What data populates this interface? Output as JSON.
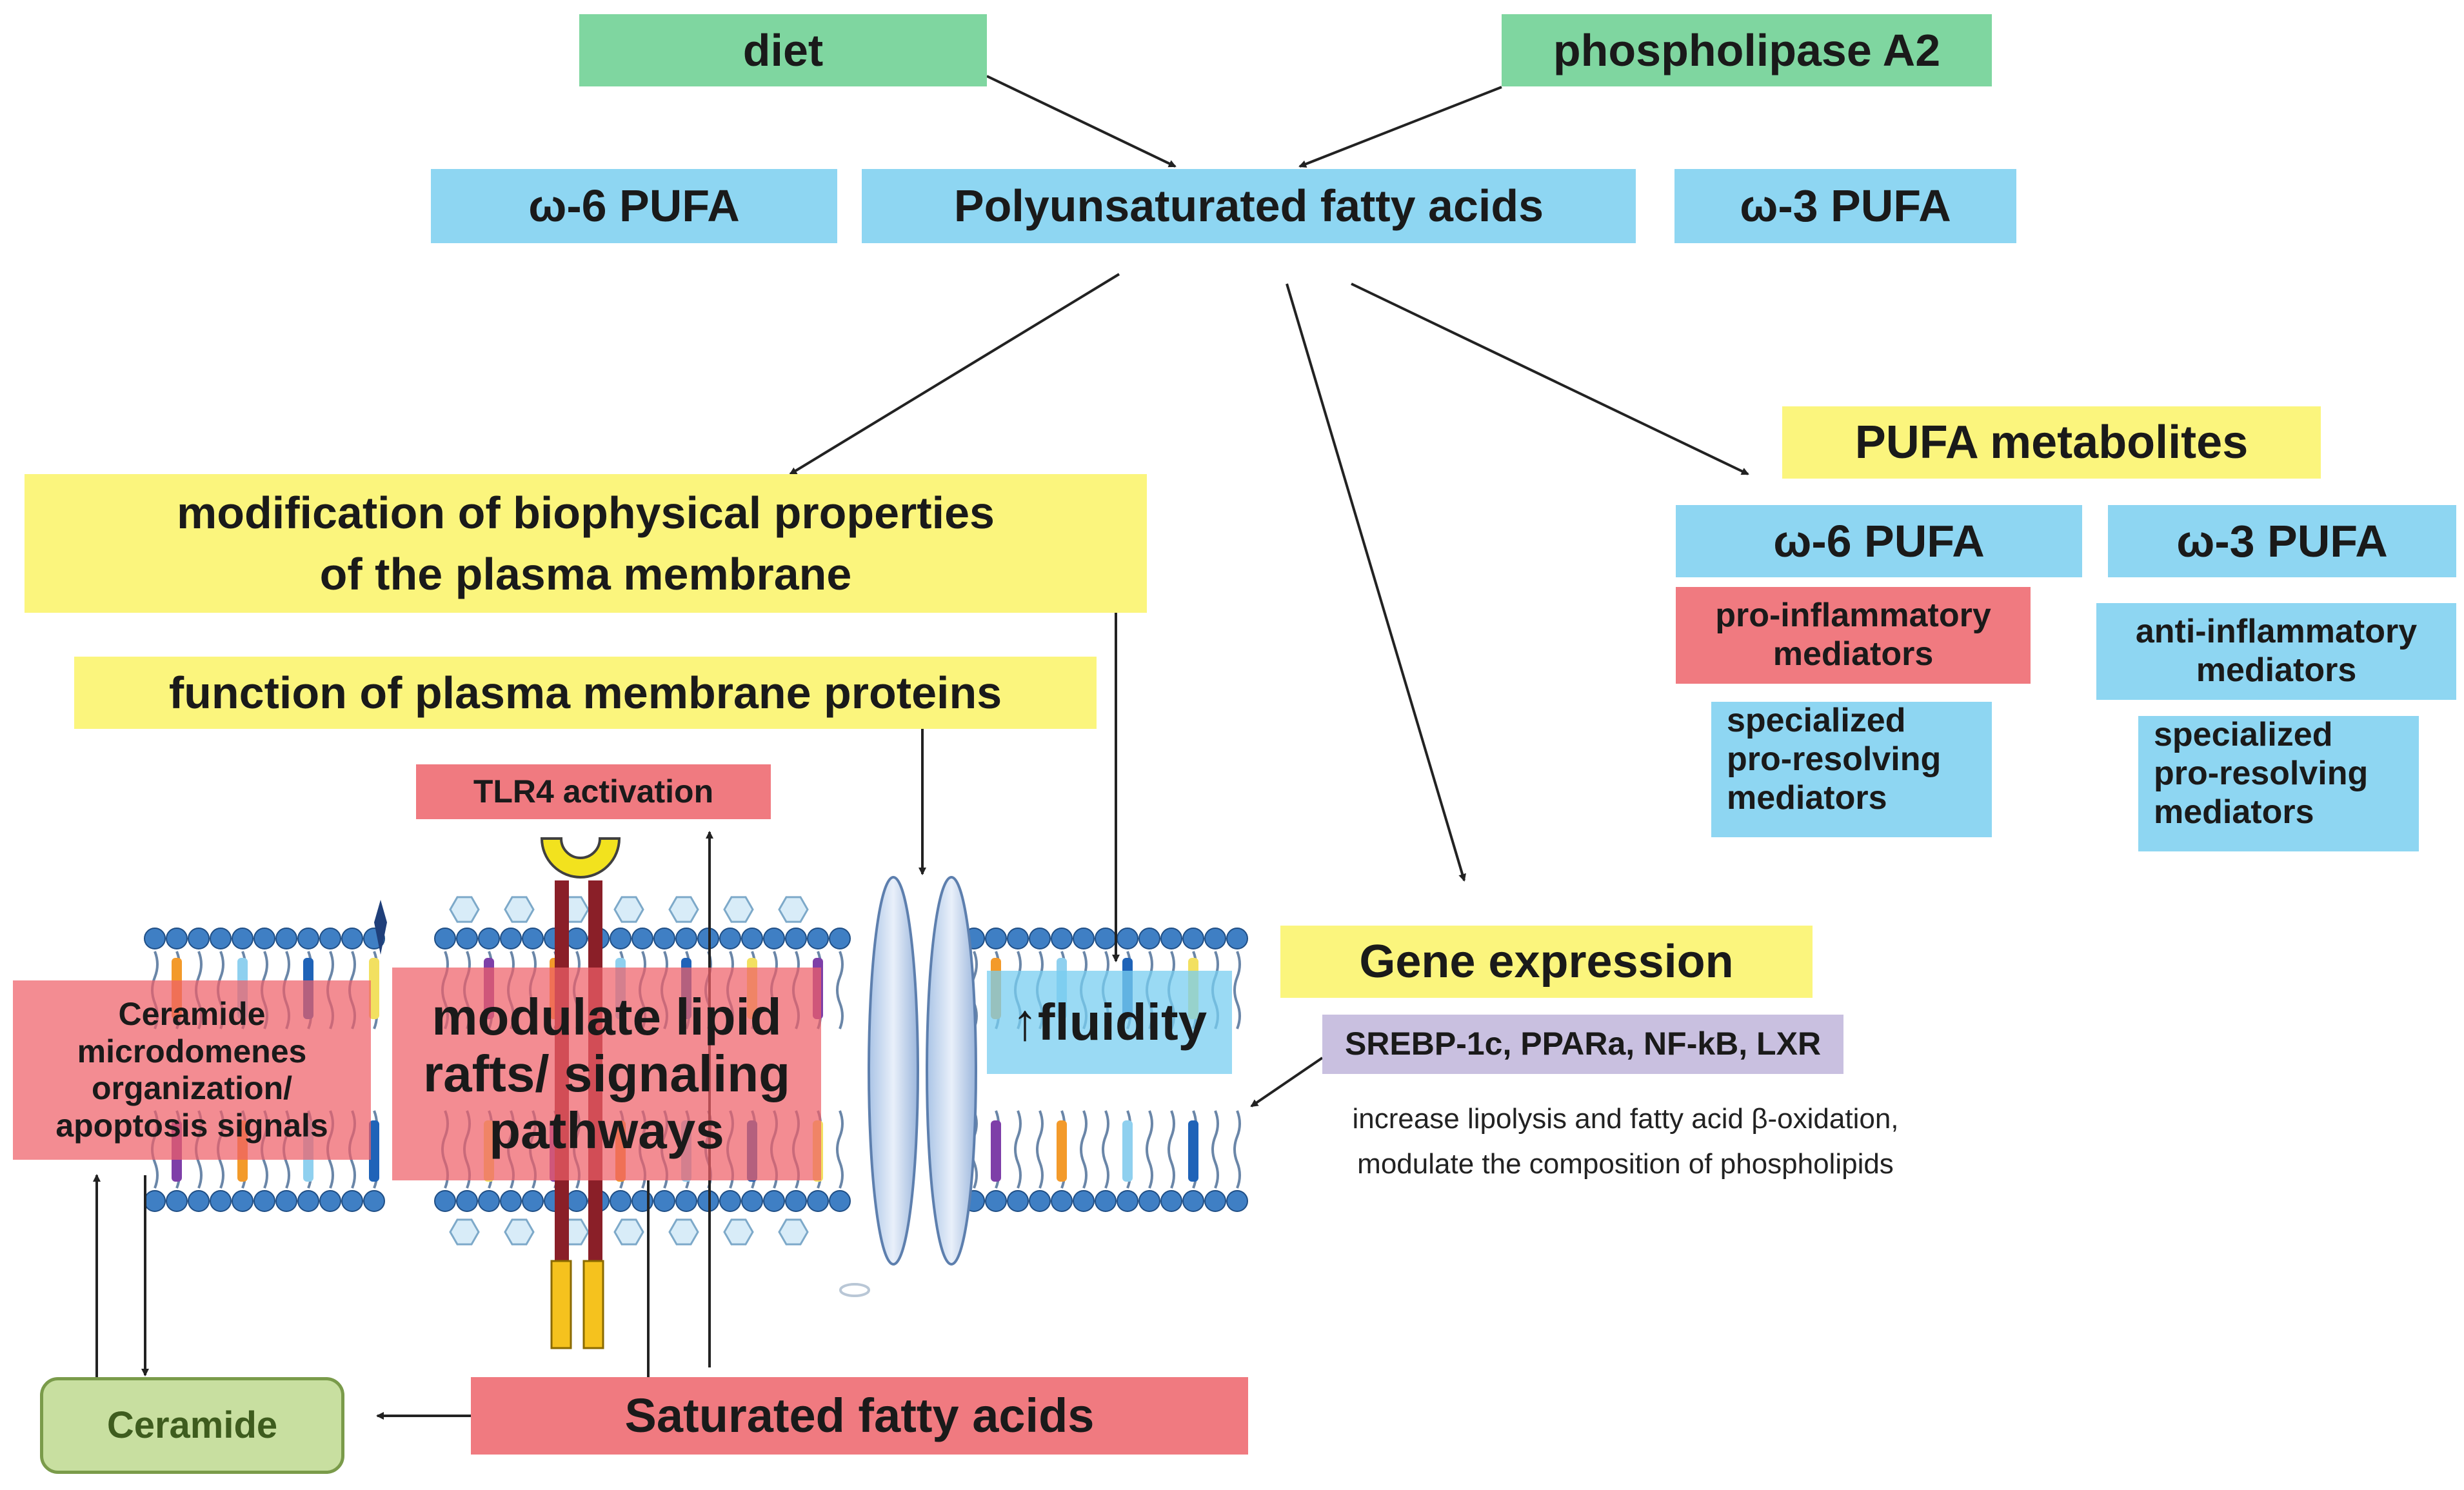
{
  "diet": "diet",
  "phospholipase": "phospholipase A2",
  "w6_top": "ω-6 PUFA",
  "pufa": "Polyunsaturated fatty acids",
  "w3_top": "ω-3 PUFA",
  "biophys_line1": "modification of biophysical properties",
  "biophys_line2": "of the plasma membrane",
  "function_proteins": "function of plasma membrane proteins",
  "tlr4": "TLR4 activation",
  "metabolites": {
    "title": "PUFA metabolites",
    "w6": "ω-6 PUFA",
    "w3": "ω-3 PUFA",
    "pro_inflam_1": "pro-inflammatory",
    "pro_inflam_2": "mediators",
    "anti_inflam_1": "anti-inflammatory",
    "anti_inflam_2": "mediators",
    "spm_1": "specialized",
    "spm_2": "pro-resolving",
    "spm_3": "mediators"
  },
  "gene_expression": "Gene expression",
  "transcription_factors": "SREBP-1c, PPARa, NF-kB, LXR",
  "gene_effect_1": "increase lipolysis and fatty acid β-oxidation,",
  "gene_effect_2": "modulate the composition of phospholipids",
  "ceramide_micro_1": "Ceramide",
  "ceramide_micro_2": "microdomenes",
  "ceramide_micro_3": "organization/",
  "ceramide_micro_4": "apoptosis signals",
  "lipid_rafts_1": "modulate lipid",
  "lipid_rafts_2": "rafts/ signaling",
  "lipid_rafts_3": "pathways",
  "fluidity": "↑fluidity",
  "ceramide": "Ceramide",
  "saturated": "Saturated fatty acids",
  "colors": {
    "green": "#7fd6a0",
    "blue": "#8ed6f2",
    "yellow": "#fbf57d",
    "red": "#f07a80",
    "lavender": "#c9c0e0",
    "lipid_head": "#3f7fc4"
  }
}
